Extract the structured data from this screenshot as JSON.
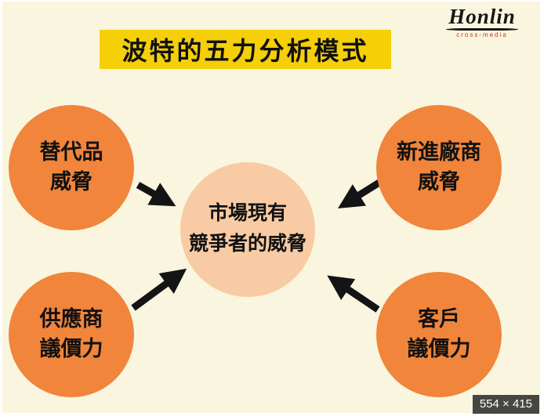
{
  "page": {
    "background_color": "#FAF5DF",
    "frame_color": "#FFFFFF"
  },
  "header": {
    "title": "波特的五力分析模式",
    "title_bg_color": "#F5CF07",
    "title_text_color": "#111111"
  },
  "logo": {
    "name": "Honlin",
    "tagline": "cross-media",
    "tagline_color": "#c23a2b"
  },
  "diagram": {
    "center_node": {
      "line1": "市場現有",
      "line2": "競爭者的威脅",
      "color": "#F8CBA4"
    },
    "nodes": [
      {
        "id": "substitutes-threat",
        "position": "top-left",
        "line1": "替代品",
        "line2": "威脅"
      },
      {
        "id": "new-entrants-threat",
        "position": "top-right",
        "line1": "新進廠商",
        "line2": "威脅"
      },
      {
        "id": "supplier-bargaining-power",
        "position": "bottom-left",
        "line1": "供應商",
        "line2": "議價力"
      },
      {
        "id": "customer-bargaining-power",
        "position": "bottom-right",
        "line1": "客戶",
        "line2": "議價力"
      }
    ],
    "node_color": "#F0853B",
    "arrow_color": "#141414"
  },
  "overlay": {
    "size_badge": "554 × 415"
  }
}
